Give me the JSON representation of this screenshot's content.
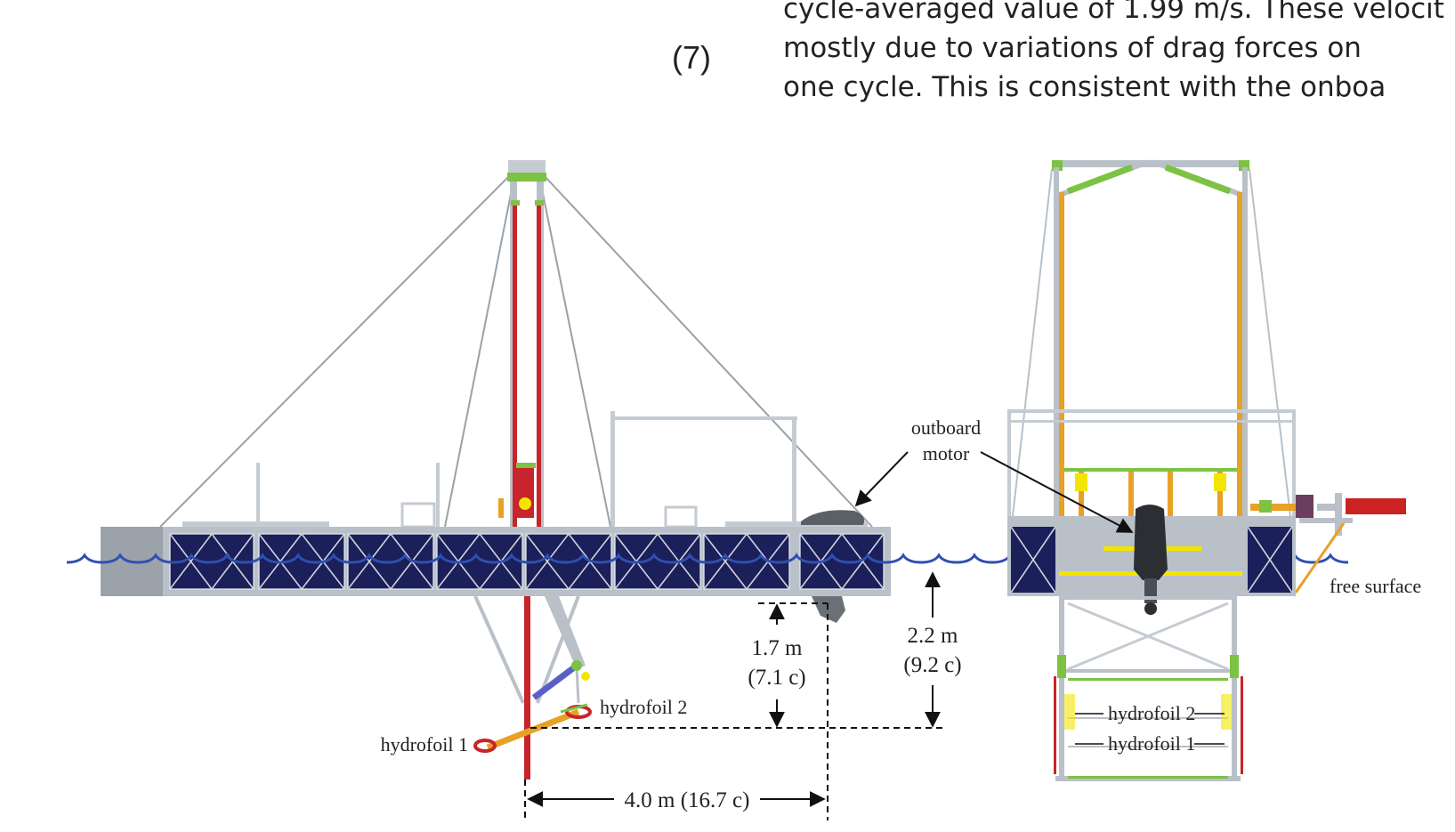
{
  "equation": {
    "number": "(7)"
  },
  "text_lines": [
    "cycle-averaged value of 1.99 m/s. These velocit",
    "mostly due to variations of drag forces on",
    "one cycle. This is consistent with the onboa"
  ],
  "figure": {
    "labels": {
      "outboard_motor_line1": "outboard",
      "outboard_motor_line2": "motor",
      "free_surface": "free surface",
      "hydrofoil1": "hydrofoil 1",
      "hydrofoil2": "hydrofoil 2",
      "depth1_value": "1.7 m",
      "depth1_chord": "(7.1 c)",
      "depth2_value": "2.2 m",
      "depth2_chord": "(9.2 c)",
      "spacing": "4.0 m  (16.7 c)",
      "front_hydrofoil2": "hydrofoil 2",
      "front_hydrofoil1": "hydrofoil 1"
    },
    "colors": {
      "pontoon": "#1b1f5a",
      "frame": "#b9c0c8",
      "mast": "#c8242b",
      "accent_green": "#7cc243",
      "accent_yellow": "#f2e600",
      "accent_orange": "#e7a126",
      "water": "#2f4fb0"
    }
  }
}
